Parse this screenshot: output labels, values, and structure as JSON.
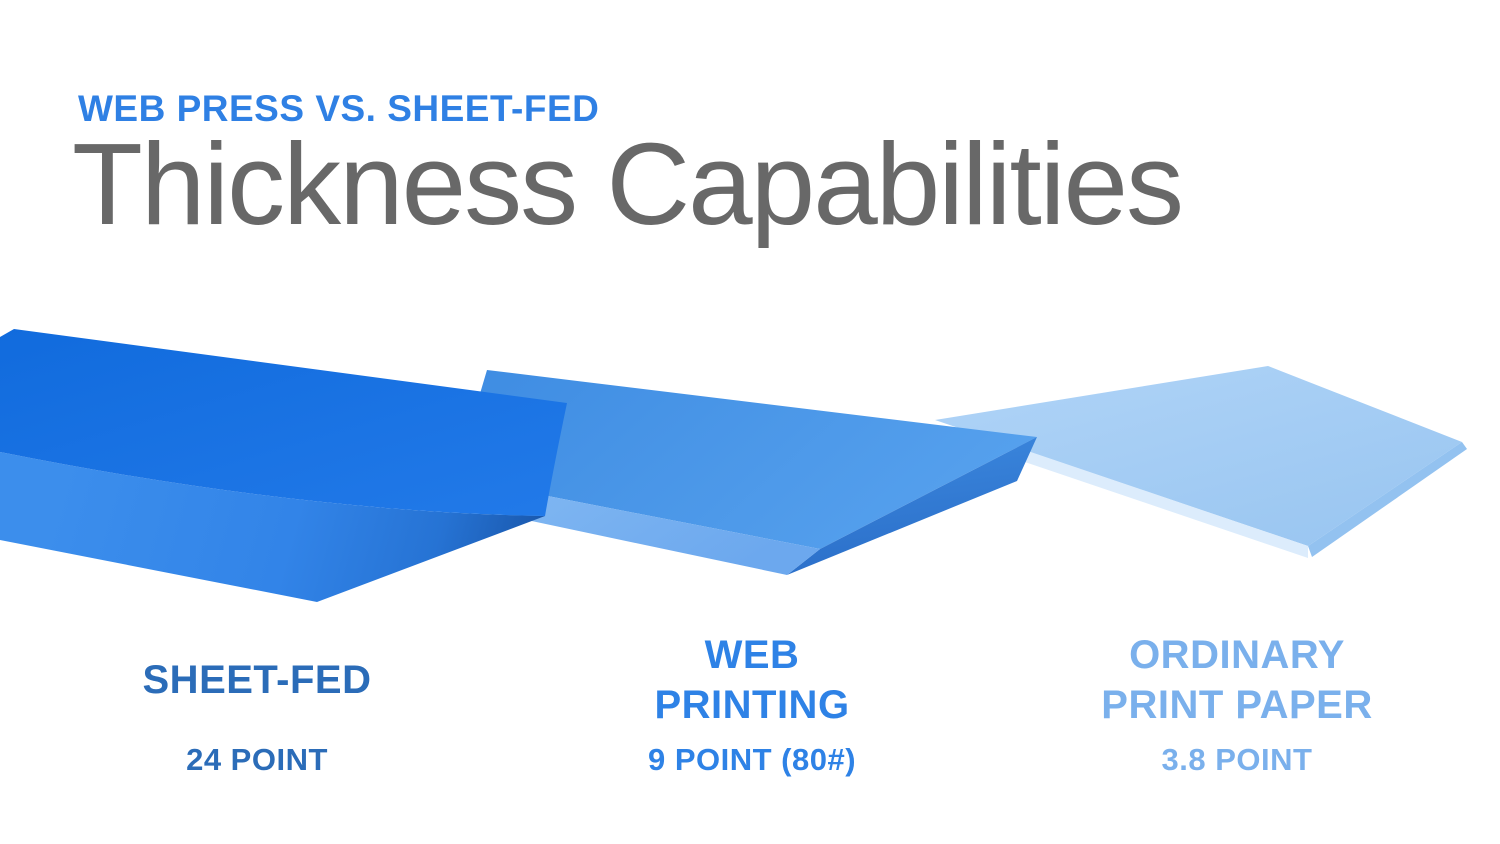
{
  "header": {
    "eyebrow": "WEB PRESS VS. SHEET-FED",
    "title": "Thickness Capabilities"
  },
  "columns": [
    {
      "name_line1": "SHEET-FED",
      "name_line2": "",
      "value": "24 POINT",
      "label_color": "#2b6cb8"
    },
    {
      "name_line1": "WEB",
      "name_line2": "PRINTING",
      "value": "9 POINT (80#)",
      "label_color": "#2e82e6"
    },
    {
      "name_line1": "ORDINARY",
      "name_line2": "PRINT PAPER",
      "value": "3.8 POINT",
      "label_color": "#7ab0ec"
    }
  ],
  "chart_data": {
    "type": "bar",
    "title": "Thickness Capabilities",
    "subtitle": "WEB PRESS VS. SHEET-FED",
    "categories": [
      "SHEET-FED",
      "WEB PRINTING",
      "ORDINARY PRINT PAPER"
    ],
    "values": [
      24,
      9,
      3.8
    ],
    "unit": "point",
    "value_labels": [
      "24 POINT",
      "9 POINT (80#)",
      "3.8 POINT"
    ],
    "legend_position": "none",
    "grid": false,
    "slab_colors": [
      "#1973e6",
      "#4997ea",
      "#a6cef4"
    ]
  },
  "colors": {
    "background": "#ffffff",
    "eyebrow_blue": "#2f80e4",
    "title_gray": "#686868",
    "slab_sheet_fed_top": "#1973e6",
    "slab_sheet_fed_front": "#3186e9",
    "slab_sheet_fed_shadow": "#1a59ae",
    "slab_web_top": "#4997ea",
    "slab_web_front": "#79b2f0",
    "slab_web_side": "#2e74cf",
    "slab_ordinary_top": "#a6cef4",
    "slab_ordinary_front_edge": "#dcecfc",
    "slab_ordinary_right_edge": "#93c2f0",
    "label_sheet_fed": "#2b6cb8",
    "label_web": "#2e82e6",
    "label_ordinary": "#7ab0ec"
  }
}
